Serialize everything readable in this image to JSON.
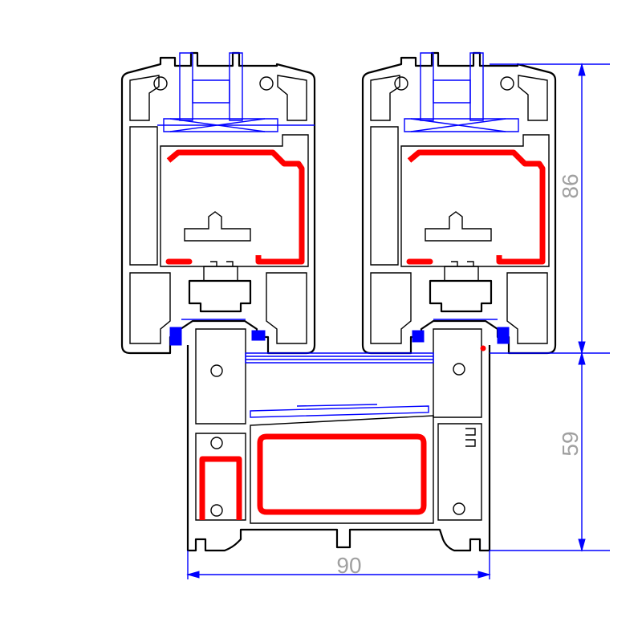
{
  "colors": {
    "profile_outline": "#000000",
    "reinforcement": "#ff0000",
    "gasket_and_dimension": "#0000ff",
    "dimension_text": "#a0a0a0"
  },
  "dimensions": {
    "width_label": "90",
    "upper_height_label": "86",
    "lower_height_label": "59"
  }
}
